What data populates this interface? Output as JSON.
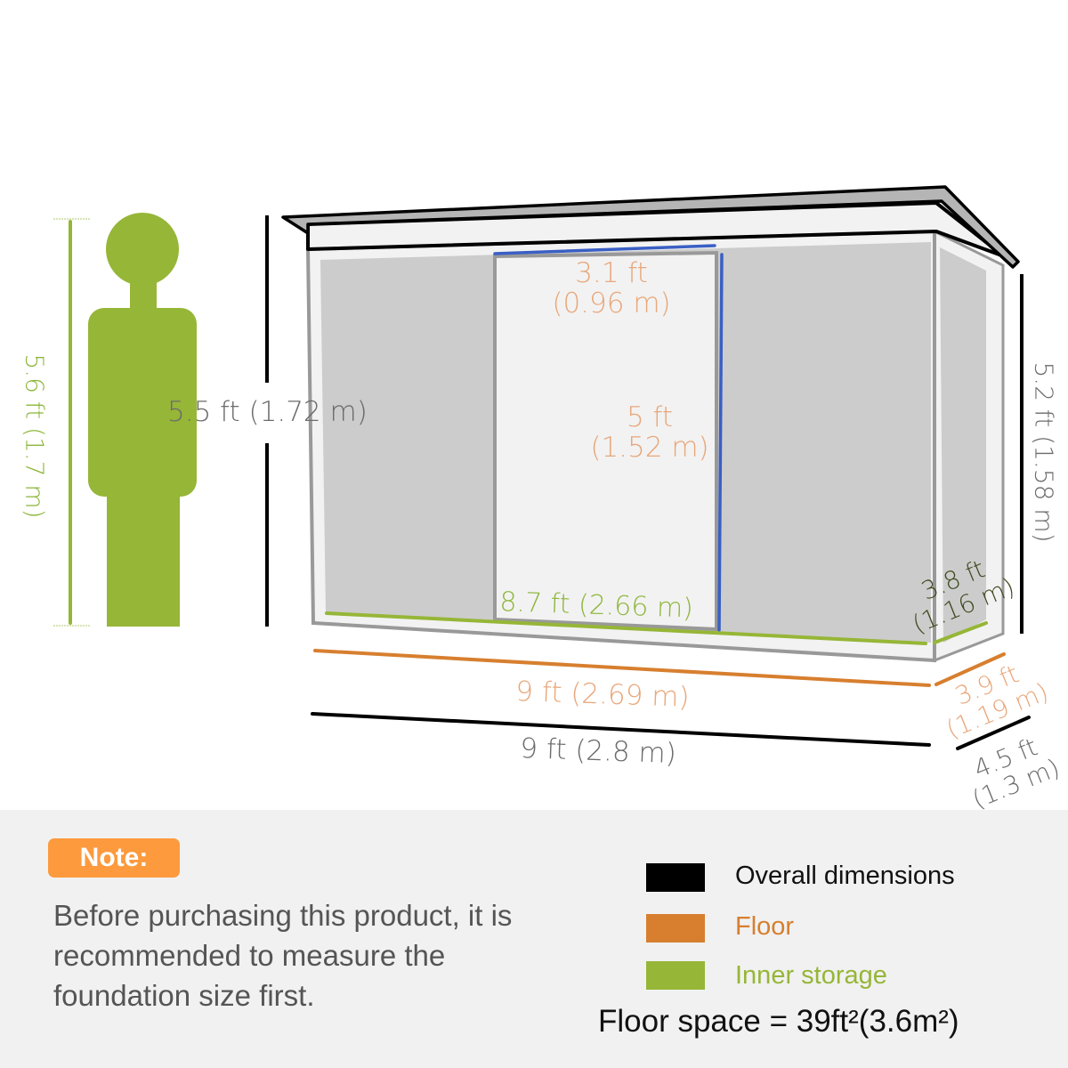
{
  "diagram": {
    "person_height": "5.6 ft (1.7 m)",
    "overall_height": "5.5 ft (1.72 m)",
    "door_width": {
      "ft": "3.1 ft",
      "m": "(0.96 m)"
    },
    "door_height": {
      "ft": "5 ft",
      "m": "(1.52 m)"
    },
    "inner_width": "8.7 ft (2.66 m)",
    "inner_depth": {
      "ft": "3.8 ft",
      "m": "(1.16 m)"
    },
    "rear_height": "5.2 ft (1.58 m)",
    "floor_width": "9 ft (2.69 m)",
    "floor_depth": {
      "ft": "3.9 ft",
      "m": "(1.19 m)"
    },
    "overall_width": "9 ft (2.8 m)",
    "overall_depth": {
      "ft": "4.5 ft",
      "m": "(1.3 m)"
    }
  },
  "colors": {
    "overall": "#000000",
    "floor": "#d77f2f",
    "inner": "#96b637",
    "door_frame": "#3a5fc4",
    "note_badge": "#fd9a3d"
  },
  "note": {
    "badge": "Note:",
    "text": "Before purchasing this product, it is recommended to measure the foundation size first."
  },
  "legend": {
    "items": [
      {
        "label": "Overall dimensions",
        "color": "#000000",
        "text_color": "#111111"
      },
      {
        "label": "Floor",
        "color": "#d77f2f",
        "text_color": "#d77f2f"
      },
      {
        "label": "Inner storage",
        "color": "#96b637",
        "text_color": "#96b637"
      }
    ]
  },
  "floor_space": "Floor space = 39ft²(3.6m²)"
}
